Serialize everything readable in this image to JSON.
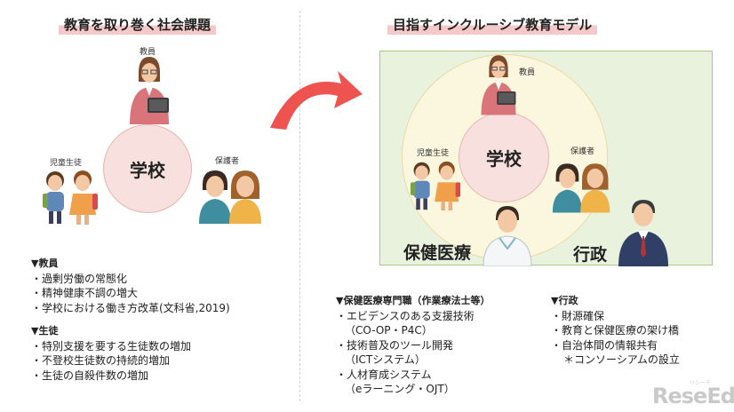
{
  "left": {
    "heading": "教育を取り巻く社会課題",
    "teacher_label": "教員",
    "students_label": "児童生徒",
    "parents_label": "保護者",
    "center_label": "学校",
    "teachers_list": {
      "title": "▼教員",
      "items": [
        "・過剰労働の常態化",
        "・精神健康不調の増大",
        "・学校における働き方改革(文科省,2019)"
      ]
    },
    "students_list": {
      "title": "▼生徒",
      "items": [
        "・特別支援を要する生徒数の増加",
        "・不登校生徒数の持続的増加",
        "・生徒の自殺件数の増加"
      ]
    }
  },
  "right": {
    "heading": "目指すインクルーシブ教育モデル",
    "teacher_label": "教員",
    "students_label": "児童生徒",
    "parents_label": "保護者",
    "center_label": "学校",
    "health_label": "保健医療",
    "gov_label": "行政",
    "health_list": {
      "title": "▼保健医療専門職（作業療法士等）",
      "items": [
        "・エビデンスのある支援技術",
        "（CO-OP・P4C）",
        "・技術普及のツール開発",
        "（ICTシステム）",
        "・人材育成システム",
        "（eラーニング・OJT）"
      ]
    },
    "gov_list": {
      "title": "▼行政",
      "items": [
        "・財源確保",
        "・教育と保健医療の架け橋",
        "・自治体間の情報共有",
        "＊コンソーシアムの設立"
      ]
    }
  },
  "watermark": {
    "text": "ReseEd",
    "sub": "リシード"
  },
  "colors": {
    "arrow": "#ef5350",
    "school_circle": "#f7e0dd",
    "school_circle_border": "#e8b4ae",
    "outer_ring": "#fbf7df",
    "model_bg": "#e9f2dd",
    "heading_highlight": "#f5c9c9"
  }
}
